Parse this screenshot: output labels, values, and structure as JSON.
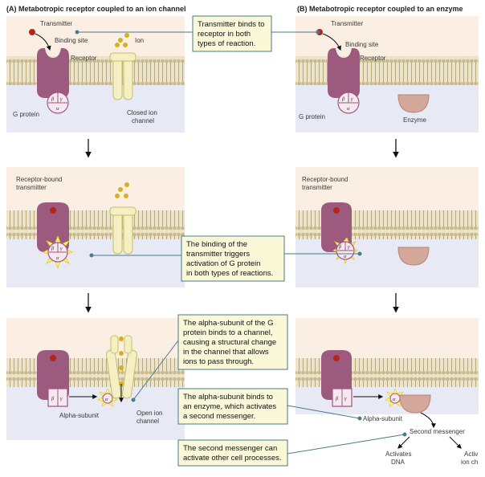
{
  "headers": {
    "a": "(A)  Metabotropic receptor coupled to an ion channel",
    "b": "(B)  Metabotropic receptor coupled to an enzyme"
  },
  "labels": {
    "transmitter": "Transmitter",
    "binding_site": "Binding site",
    "ion": "Ion",
    "receptor": "Receptor",
    "g_protein": "G protein",
    "closed_channel_1": "Closed ion",
    "closed_channel_2": "channel",
    "enzyme": "Enzyme",
    "receptor_bound_1": "Receptor-bound",
    "receptor_bound_2": "transmitter",
    "alpha_subunit": "Alpha-subunit",
    "open_channel_1": "Open ion",
    "open_channel_2": "channel",
    "second_messenger": "Second messenger",
    "activates_dna_1": "Activates",
    "activates_dna_2": "DNA",
    "activates_ion_1": "Activ",
    "activates_ion_2": "ion ch"
  },
  "subunits": {
    "alpha": "α",
    "beta": "β",
    "gamma": "γ"
  },
  "notes": {
    "n1": [
      "Transmitter binds to",
      "receptor in both",
      "types of reaction."
    ],
    "n2": [
      "The binding of the",
      "transmitter triggers",
      "activation of G protein",
      "in both types of reactions."
    ],
    "n3": [
      "The alpha-subunit of the G",
      "protein binds to a channel,",
      "causing a structural change",
      "in the channel that allows",
      "ions to pass through."
    ],
    "n4": [
      "The alpha-subunit binds to",
      "an enzyme, which activates",
      "a second messenger."
    ],
    "n5": [
      "The second messenger can",
      "activate other cell processes."
    ]
  },
  "colors": {
    "extracellular": "#fbeee2",
    "intracellular": "#e7e9f4",
    "membrane": "#d6c9a6",
    "receptor": "#9b5a7e",
    "g_protein": "#f7e8f0",
    "channel": "#f5f0c3",
    "enzyme": "#d3a89a",
    "transmitter": "#b5251b",
    "ion": "#d4b21f",
    "note_bg": "#fbf8d8",
    "note_border": "#4a7a8e"
  }
}
